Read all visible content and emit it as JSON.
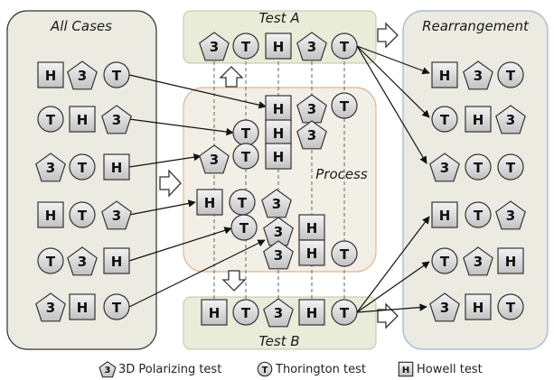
{
  "panels": {
    "all_cases": "All Cases",
    "test_a": "Test A",
    "test_b": "Test B",
    "process": "Process",
    "rearrangement": "Rearrangement"
  },
  "symbol_labels": {
    "P": "3",
    "T": "T",
    "H": "H"
  },
  "legend": {
    "polarizing": "3D Polarizing test",
    "thorington": "Thorington test",
    "howell": "Howell test"
  },
  "all_cases_rows": [
    [
      "H",
      "P",
      "T"
    ],
    [
      "T",
      "H",
      "P"
    ],
    [
      "P",
      "T",
      "H"
    ],
    [
      "H",
      "T",
      "P"
    ],
    [
      "T",
      "P",
      "H"
    ],
    [
      "P",
      "H",
      "T"
    ]
  ],
  "test_a_sequence": [
    "P",
    "T",
    "H",
    "P",
    "T"
  ],
  "test_b_sequence": [
    "H",
    "T",
    "P",
    "H",
    "T"
  ],
  "rearrangement_rows": [
    [
      "H",
      "P",
      "T"
    ],
    [
      "T",
      "H",
      "P"
    ],
    [
      "P",
      "T",
      "T"
    ],
    [
      "H",
      "T",
      "P"
    ],
    [
      "T",
      "P",
      "H"
    ],
    [
      "P",
      "H",
      "T"
    ]
  ],
  "process_groups": [
    [
      "H",
      "P",
      "T"
    ],
    [
      "T",
      "H",
      "P"
    ],
    [
      "P",
      "T",
      "H"
    ],
    [
      "H",
      "T",
      "P"
    ],
    [
      "T",
      "P",
      "H"
    ],
    [
      "P",
      "H",
      "T"
    ]
  ],
  "colors": {
    "panel_fill": "#ebebe2",
    "test_fill": "#eaecda",
    "process_fill": "#f2efe6",
    "process_border": "#e2b58f",
    "rearr_border": "#a8bdd6",
    "symbol_fill": "#d6d6d6",
    "stroke": "#333333"
  }
}
